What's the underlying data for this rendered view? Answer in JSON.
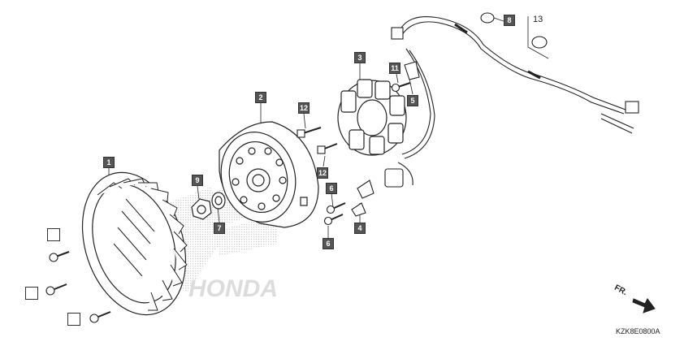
{
  "callouts": {
    "c1": "1",
    "c2": "2",
    "c3": "3",
    "c4": "4",
    "c5": "5",
    "c6a": "6",
    "c6b": "6",
    "c7": "7",
    "c8": "8",
    "c9": "9",
    "c11": "11",
    "c12a": "12",
    "c12b": "12"
  },
  "label_13": "13",
  "direction_label": "FR.",
  "diagram_code": "KZK8E0800A",
  "brand_watermark": "HONDA",
  "colors": {
    "callout_fill": "#555555",
    "line": "#222222",
    "watermark": "#d9d9d9"
  }
}
